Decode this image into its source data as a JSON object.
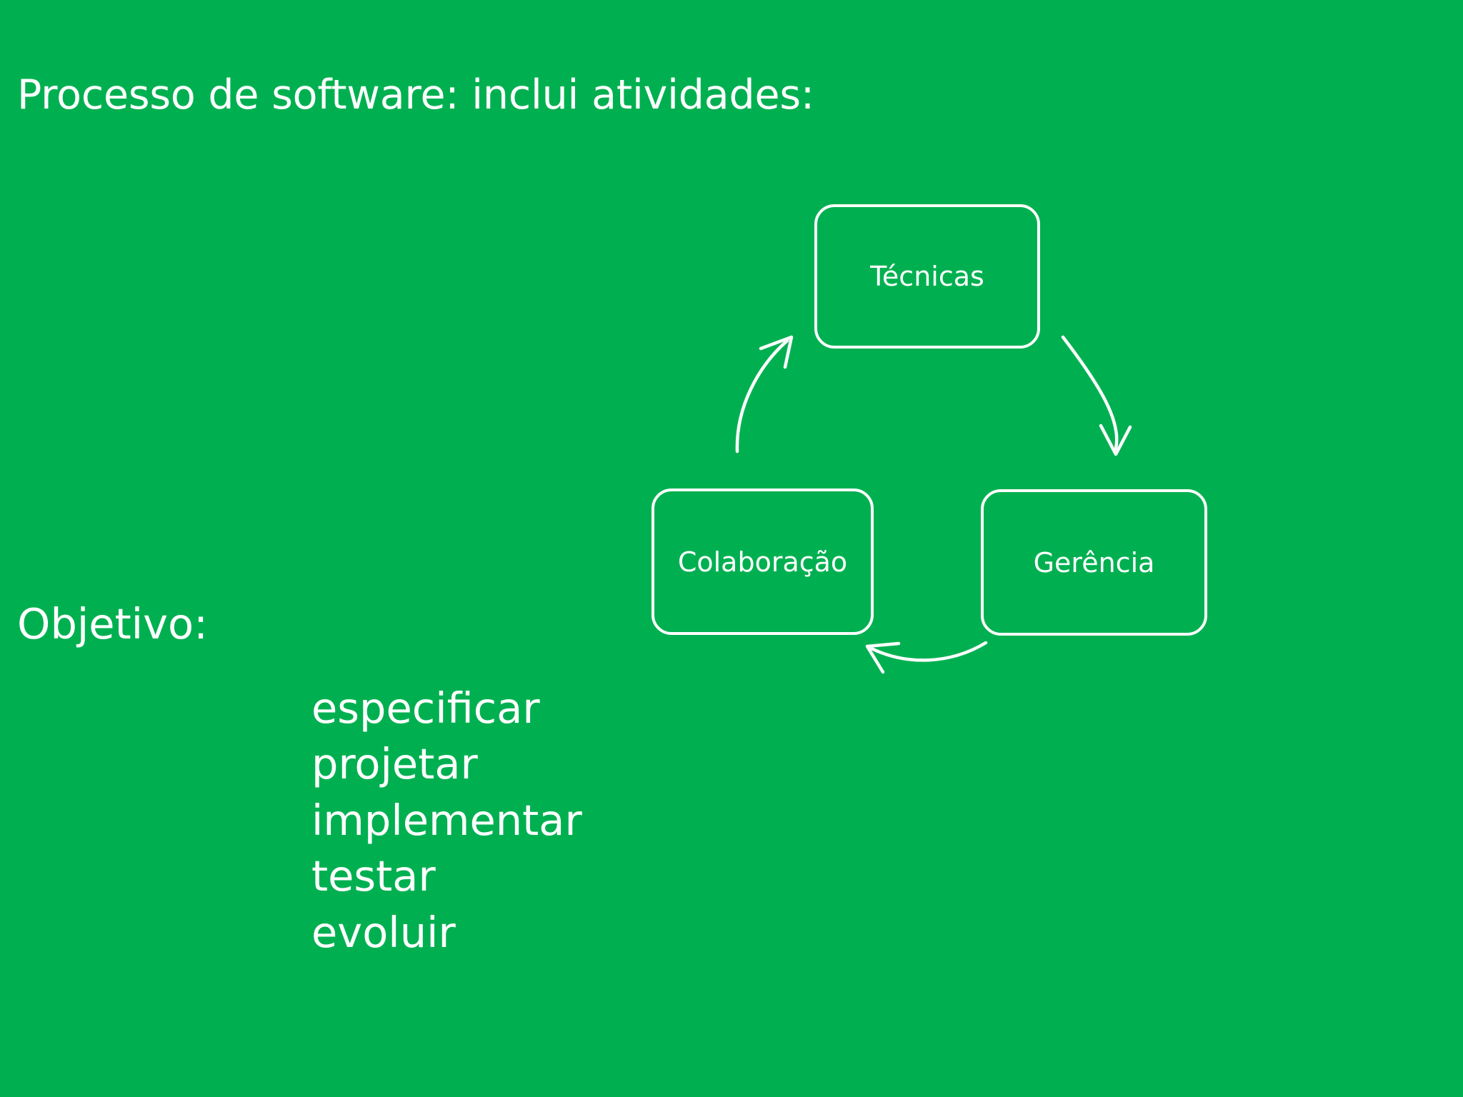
{
  "slide": {
    "background_color": "#00b050",
    "text_color": "#ffffff",
    "title": "Processo de software: inclui atividades:",
    "objetivo_heading": "Objetivo:",
    "activities": [
      "especificar",
      "projetar",
      "implementar",
      "testar",
      "evoluir"
    ]
  },
  "diagram": {
    "type": "cycle",
    "direction": "counter-clockwise",
    "node_border_color": "#ffffff",
    "arrow_color": "#ffffff",
    "nodes": [
      {
        "id": "tecnicas",
        "label": "Técnicas",
        "position": "top"
      },
      {
        "id": "colaboracao",
        "label": "Colaboração",
        "position": "bottom-left"
      },
      {
        "id": "gerencia",
        "label": "Gerência",
        "position": "bottom-right"
      }
    ],
    "arrows": [
      {
        "from": "tecnicas",
        "to": "gerencia",
        "side": "right"
      },
      {
        "from": "gerencia",
        "to": "colaboracao",
        "side": "bottom"
      },
      {
        "from": "colaboracao",
        "to": "tecnicas",
        "side": "left"
      }
    ]
  }
}
